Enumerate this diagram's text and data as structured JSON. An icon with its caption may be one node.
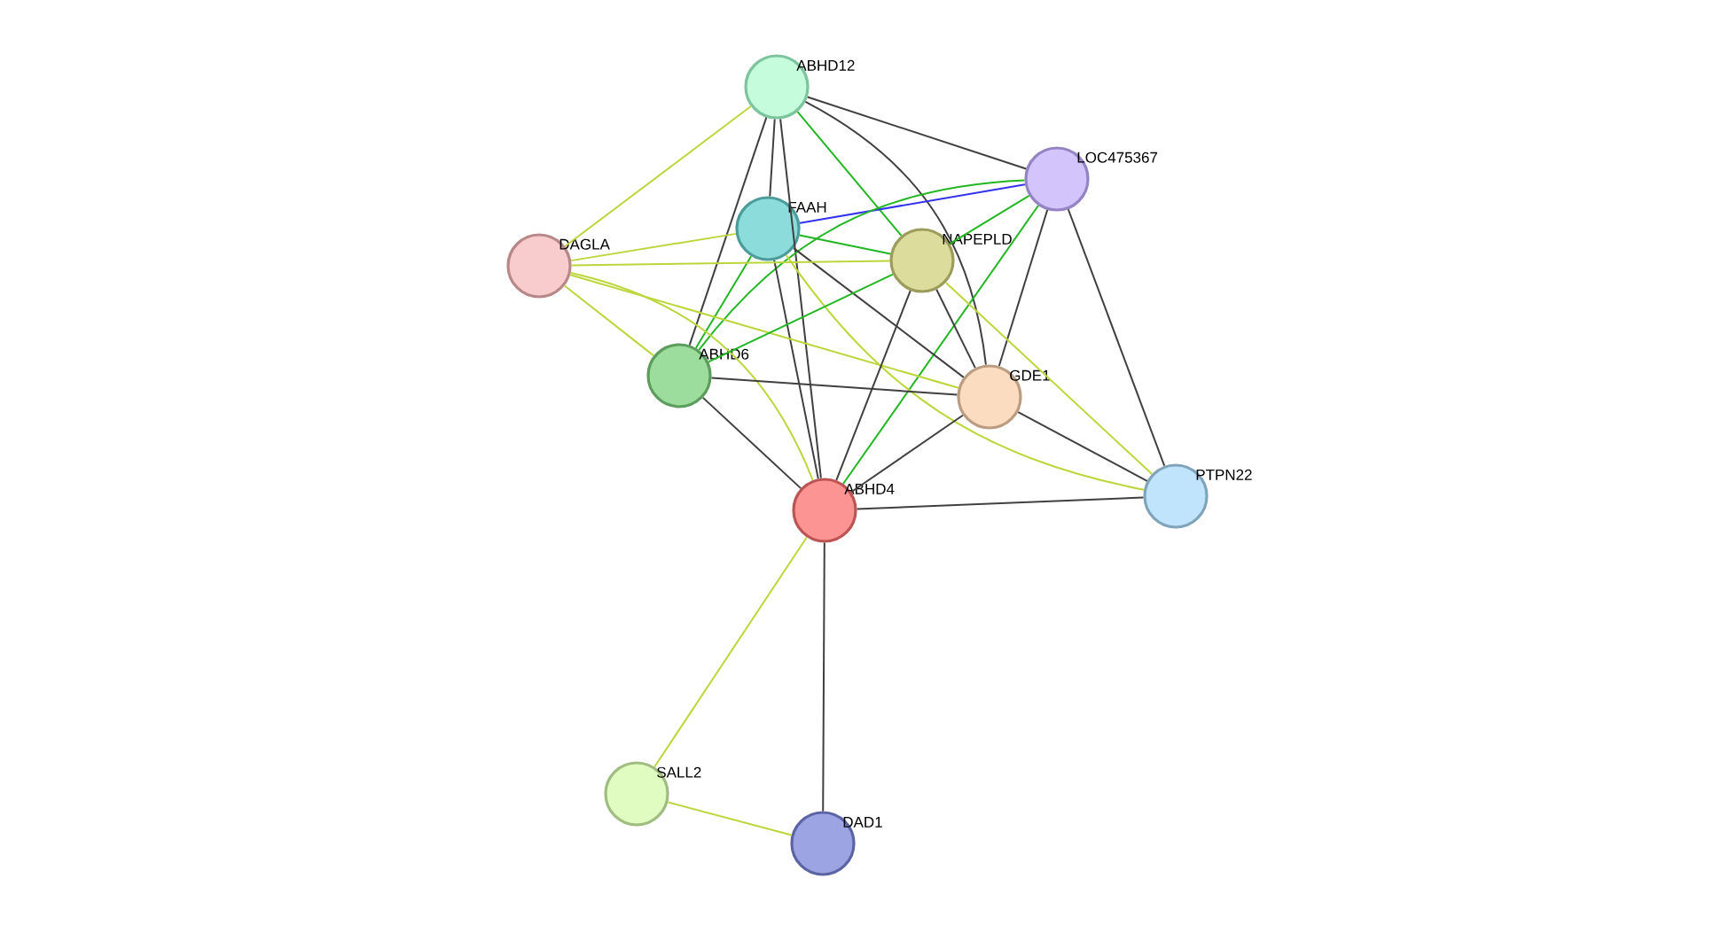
{
  "diagram": {
    "nodes": [
      {
        "text": [
          "ABHD12"
        ]
      },
      {
        "text": [
          "LOC475367"
        ]
      },
      {
        "text": [
          "FAAH"
        ]
      },
      {
        "text": [
          "NAPEPLD"
        ]
      },
      {
        "text": [
          "DAGLA"
        ]
      },
      {
        "text": [
          "ABHD6"
        ]
      },
      {
        "text": [
          "GDE1"
        ]
      },
      {
        "text": [
          "PTPN22"
        ]
      },
      {
        "text": [
          "ABHD4"
        ]
      },
      {
        "text": [
          "SALL2"
        ]
      },
      {
        "text": [
          "DAD1"
        ]
      }
    ],
    "edges": [
      {
        "from": 0,
        "to": 1,
        "arrow": "none",
        "color": "#404040"
      },
      {
        "from": 0,
        "to": 2,
        "arrow": "none",
        "color": "#404040"
      },
      {
        "from": 0,
        "to": 3,
        "arrow": "none",
        "color": "#22b722"
      },
      {
        "from": 0,
        "to": 4,
        "arrow": "none",
        "color": "#bcd63c"
      },
      {
        "from": 0,
        "to": 5,
        "arrow": "none",
        "color": "#404040"
      },
      {
        "from": 0,
        "to": 8,
        "arrow": "none",
        "color": "#404040"
      },
      {
        "from": 0,
        "to": 6,
        "arrow": "none",
        "color": "#404040"
      },
      {
        "from": 2,
        "to": 1,
        "arrow": "none",
        "color": "#3333ee"
      },
      {
        "from": 3,
        "to": 1,
        "arrow": "none",
        "color": "#22b722"
      },
      {
        "from": 1,
        "to": 5,
        "arrow": "none",
        "color": "#22b722"
      },
      {
        "from": 1,
        "to": 8,
        "arrow": "none",
        "color": "#22b722"
      },
      {
        "from": 1,
        "to": 6,
        "arrow": "none",
        "color": "#404040"
      },
      {
        "from": 1,
        "to": 7,
        "arrow": "none",
        "color": "#404040"
      },
      {
        "from": 2,
        "to": 3,
        "arrow": "none",
        "color": "#22b722"
      },
      {
        "from": 2,
        "to": 4,
        "arrow": "none",
        "color": "#bcd63c"
      },
      {
        "from": 2,
        "to": 5,
        "arrow": "none",
        "color": "#22b722"
      },
      {
        "from": 2,
        "to": 8,
        "arrow": "none",
        "color": "#404040"
      },
      {
        "from": 2,
        "to": 6,
        "arrow": "none",
        "color": "#404040"
      },
      {
        "from": 2,
        "to": 7,
        "arrow": "none",
        "color": "#bcd63c"
      },
      {
        "from": 4,
        "to": 3,
        "arrow": "none",
        "color": "#bcd63c"
      },
      {
        "from": 4,
        "to": 6,
        "arrow": "none",
        "color": "#bcd63c"
      },
      {
        "from": 4,
        "to": 5,
        "arrow": "none",
        "color": "#bcd63c"
      },
      {
        "from": 4,
        "to": 8,
        "arrow": "none",
        "color": "#bcd63c"
      },
      {
        "from": 3,
        "to": 5,
        "arrow": "none",
        "color": "#22b722"
      },
      {
        "from": 3,
        "to": 8,
        "arrow": "none",
        "color": "#404040"
      },
      {
        "from": 3,
        "to": 6,
        "arrow": "none",
        "color": "#404040"
      },
      {
        "from": 3,
        "to": 7,
        "arrow": "none",
        "color": "#bcd63c"
      },
      {
        "from": 5,
        "to": 6,
        "arrow": "none",
        "color": "#404040"
      },
      {
        "from": 5,
        "to": 8,
        "arrow": "none",
        "color": "#404040"
      },
      {
        "from": 6,
        "to": 8,
        "arrow": "none",
        "color": "#404040"
      },
      {
        "from": 6,
        "to": 7,
        "arrow": "none",
        "color": "#404040"
      },
      {
        "from": 8,
        "to": 7,
        "arrow": "none",
        "color": "#404040"
      },
      {
        "from": 8,
        "to": 9,
        "arrow": "none",
        "color": "#bcd63c"
      },
      {
        "from": 8,
        "to": 10,
        "arrow": "none",
        "color": "#404040"
      },
      {
        "from": 9,
        "to": 10,
        "arrow": "none",
        "color": "#bcd63c"
      }
    ]
  }
}
